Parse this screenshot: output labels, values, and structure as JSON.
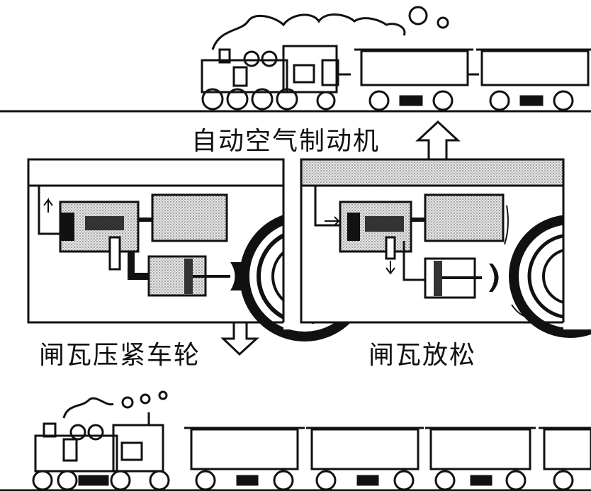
{
  "labels": {
    "title": "自动空气制动机",
    "brake_pressed": "闸瓦压紧车轮",
    "brake_released": "闸瓦放松"
  },
  "colors": {
    "ink": "#111111",
    "paper": "#ffffff",
    "stipple": "#bdbdbd"
  }
}
